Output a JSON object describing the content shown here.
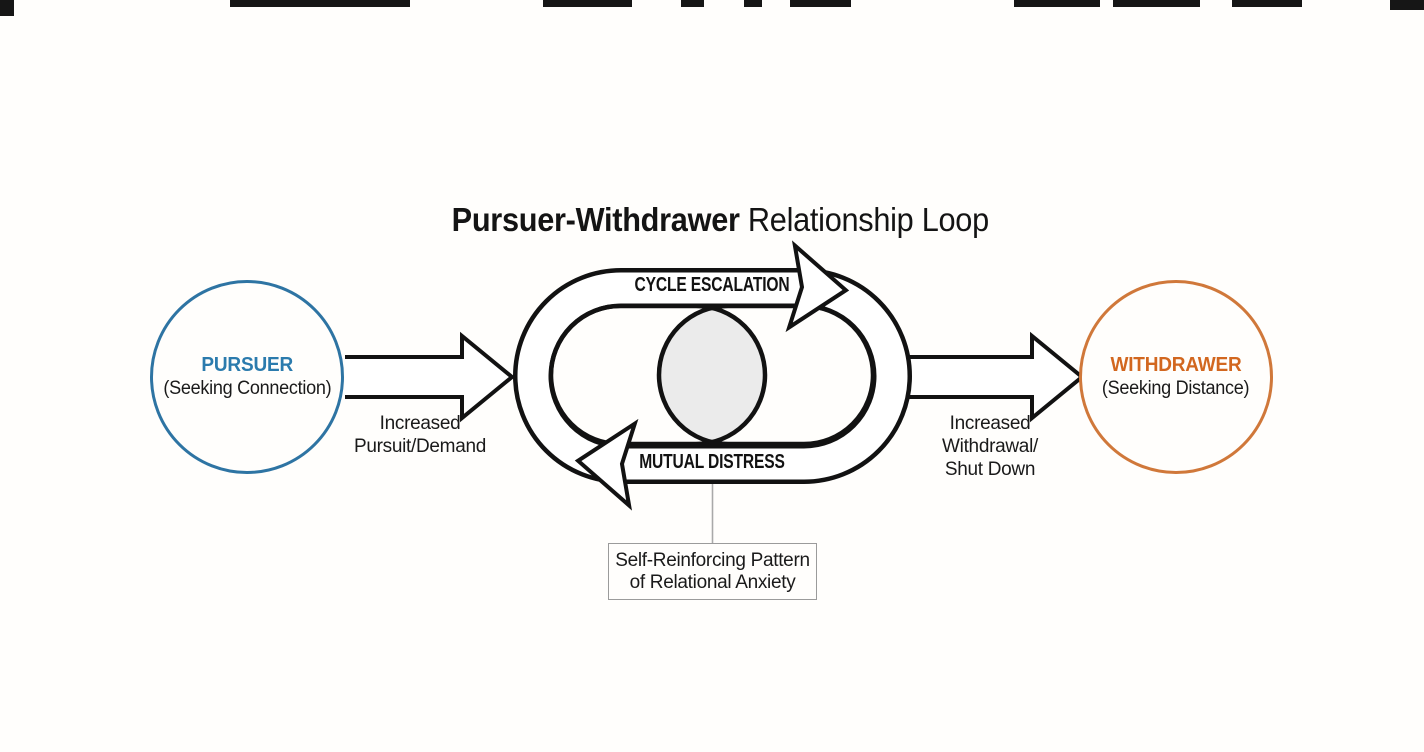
{
  "title": {
    "bold": "Pursuer-Withdrawer",
    "regular": " Relationship Loop"
  },
  "pursuer": {
    "name": "PURSUER",
    "subtitle": "(Seeking Connection)"
  },
  "withdrawer": {
    "name": "WITHDRAWER",
    "subtitle": "(Seeking Distance)"
  },
  "loop": {
    "top_label": "CYCLE ESCALATION",
    "bottom_label": "MUTUAL DISTRESS"
  },
  "left_arrow_label": {
    "line1": "Increased",
    "line2": "Pursuit/Demand"
  },
  "right_arrow_label": {
    "line1": "Increased",
    "line2": "Withdrawal/",
    "line3": "Shut Down"
  },
  "callout": {
    "line1": "Self-Reinforcing Pattern",
    "line2": "of Relational Anxiety"
  },
  "colors": {
    "pursuer_text_blue": "#2b7bad",
    "pursuer_circle_blue": "#2e74a3",
    "withdrawer_text_orange": "#d2671f",
    "withdrawer_circle_orange": "#d0783a",
    "line_black": "#121212",
    "overlap_gray": "#ebebeb",
    "callout_border_gray": "#9b9b9b"
  }
}
